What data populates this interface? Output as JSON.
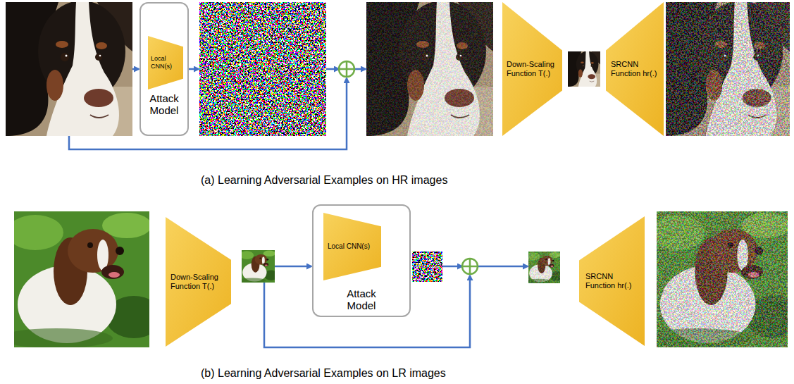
{
  "diagram": {
    "nodes": [
      {
        "text": [
          "Attack Model"
        ]
      },
      {
        "text": [
          "Local CNN(s)"
        ],
        "in": 0
      },
      {
        "text": [
          "Down-Scaling Function T(.)"
        ]
      },
      {
        "text": [
          "SRCNN Function hr(.)"
        ]
      },
      {
        "text": [
          "Down-Scaling Function T(.)"
        ]
      },
      {
        "text": [
          "Attack Model"
        ]
      },
      {
        "text": [
          "Local CNN(s)"
        ],
        "in": 5
      },
      {
        "text": [
          "SRCNN Function hr(.)"
        ]
      }
    ],
    "labels": [
      "(a) Learning Adversarial Examples on HR images",
      "(b) Learning Adversarial Examples on LR images"
    ]
  }
}
